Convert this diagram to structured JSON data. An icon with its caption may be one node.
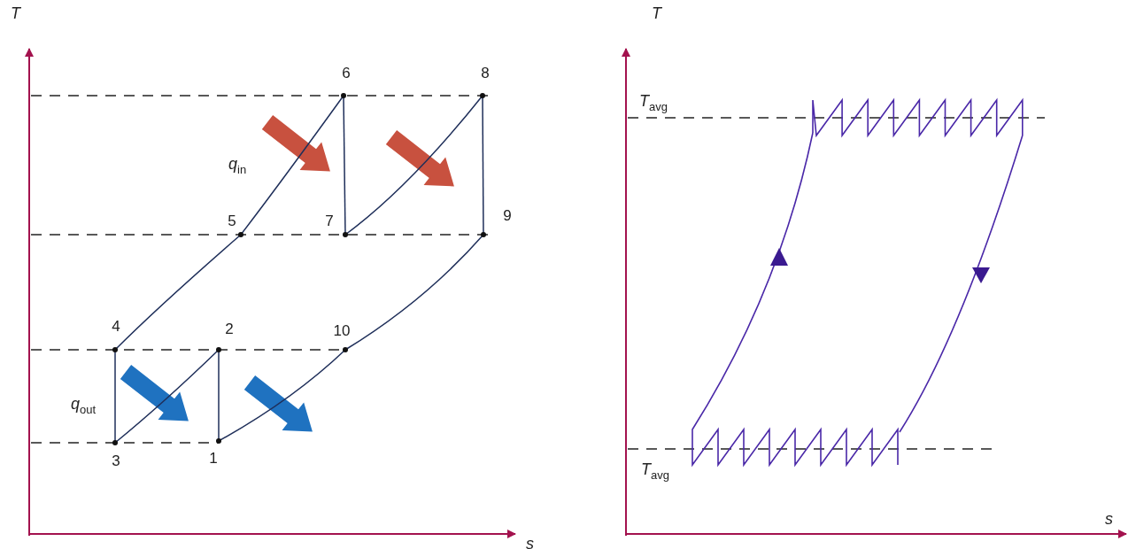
{
  "diagram": {
    "nodes": [
      {
        "text": [
          "1"
        ]
      },
      {
        "text": [
          "2"
        ]
      },
      {
        "text": [
          "3"
        ]
      },
      {
        "text": [
          "4"
        ]
      },
      {
        "text": [
          "5"
        ]
      },
      {
        "text": [
          "6"
        ]
      },
      {
        "text": [
          "7"
        ]
      },
      {
        "text": [
          "8"
        ]
      },
      {
        "text": [
          "9"
        ]
      },
      {
        "text": [
          "10"
        ]
      }
    ],
    "edges": [
      {
        "from": 0,
        "to": 1,
        "arrow": "none"
      },
      {
        "from": 1,
        "to": 2,
        "arrow": "none"
      },
      {
        "from": 2,
        "to": 3,
        "arrow": "none"
      },
      {
        "from": 3,
        "to": 4,
        "arrow": "none"
      },
      {
        "from": 4,
        "to": 5,
        "arrow": "none"
      },
      {
        "from": 5,
        "to": 6,
        "arrow": "none"
      },
      {
        "from": 6,
        "to": 7,
        "arrow": "none"
      },
      {
        "from": 7,
        "to": 8,
        "arrow": "none"
      },
      {
        "from": 8,
        "to": 9,
        "arrow": "none"
      },
      {
        "from": 9,
        "to": 0,
        "arrow": "none"
      }
    ],
    "labels": [
      "T",
      "T",
      "*T*$_{avg}$",
      "*q*$_{in}$",
      "*q*$_{out}$",
      "*T*$_{avg}$",
      "s",
      "s"
    ]
  }
}
